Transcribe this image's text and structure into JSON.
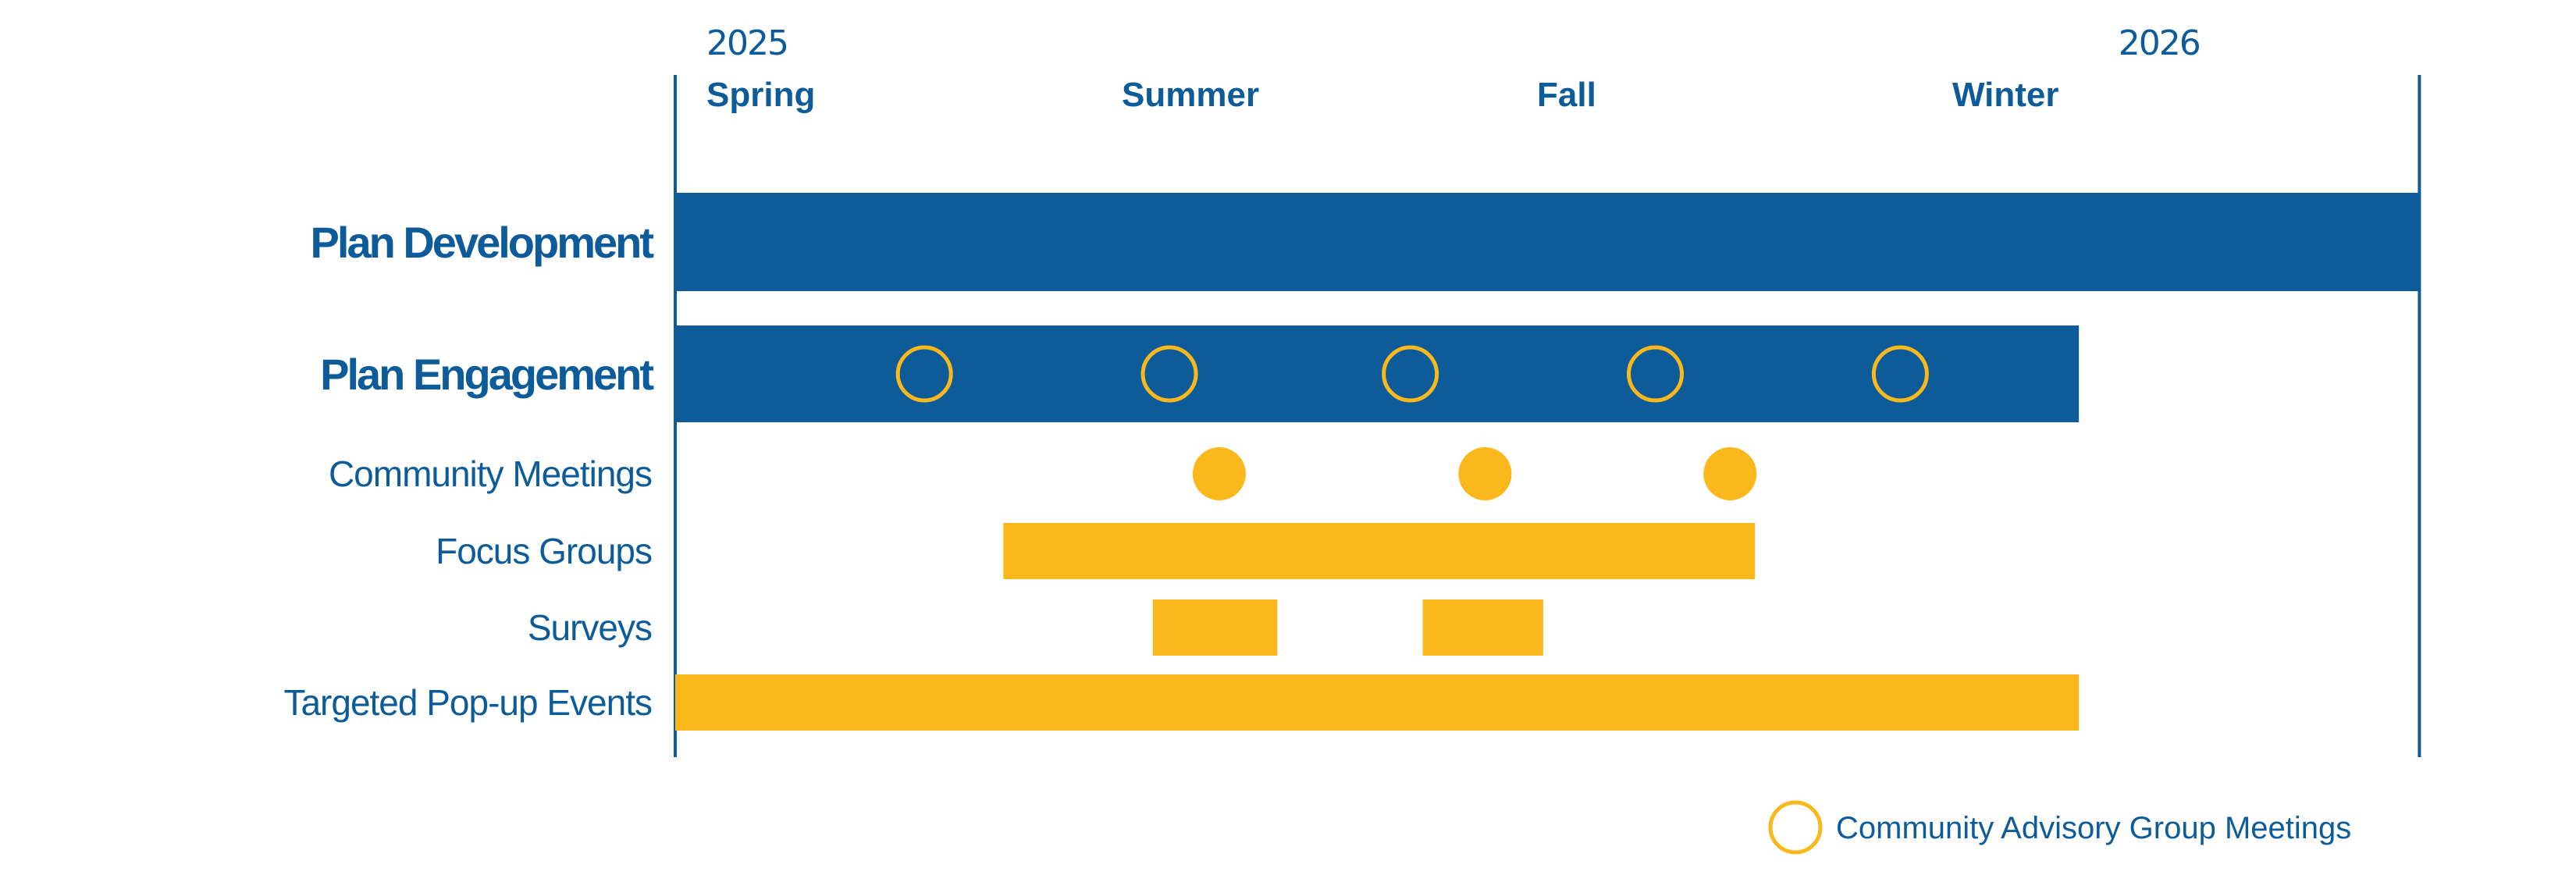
{
  "chart_data": {
    "type": "gantt",
    "title": "",
    "colors": {
      "blue": "#0d5c99",
      "gold": "#fbb81c",
      "background": "#ffffff"
    },
    "timeline": {
      "start": "2025 Spring",
      "end": "2026 Spring",
      "year_labels": [
        {
          "label": "2025",
          "at": 0
        },
        {
          "label": "2026",
          "at": 3.4
        }
      ],
      "seasons": [
        {
          "label": "Spring",
          "at": 0
        },
        {
          "label": "Summer",
          "at": 1
        },
        {
          "label": "Fall",
          "at": 2
        },
        {
          "label": "Winter",
          "at": 3
        }
      ],
      "range": [
        0,
        4.2
      ],
      "units": "seasons since Spring 2025"
    },
    "rows": [
      {
        "label": "Plan Development",
        "style": "major",
        "bars": [
          {
            "start": 0,
            "end": 4.2
          }
        ],
        "markers": []
      },
      {
        "label": "Plan Engagement",
        "style": "major",
        "bars": [
          {
            "start": 0,
            "end": 3.38
          }
        ],
        "markers": [
          {
            "at": 0.6,
            "kind": "community-advisory-group-meeting"
          },
          {
            "at": 1.19,
            "kind": "community-advisory-group-meeting"
          },
          {
            "at": 1.77,
            "kind": "community-advisory-group-meeting"
          },
          {
            "at": 2.36,
            "kind": "community-advisory-group-meeting"
          },
          {
            "at": 2.95,
            "kind": "community-advisory-group-meeting"
          }
        ]
      },
      {
        "label": "Community Meetings",
        "style": "minor",
        "bars": [],
        "markers": [
          {
            "at": 1.31,
            "kind": "community-meeting"
          },
          {
            "at": 1.95,
            "kind": "community-meeting"
          },
          {
            "at": 2.54,
            "kind": "community-meeting"
          }
        ]
      },
      {
        "label": "Focus Groups",
        "style": "minor",
        "bars": [
          {
            "start": 0.79,
            "end": 2.6
          }
        ],
        "markers": []
      },
      {
        "label": "Surveys",
        "style": "minor",
        "bars": [
          {
            "start": 1.15,
            "end": 1.45
          },
          {
            "start": 1.8,
            "end": 2.09
          }
        ],
        "markers": []
      },
      {
        "label": "Targeted Pop-up Events",
        "style": "minor",
        "bars": [
          {
            "start": 0,
            "end": 3.38
          }
        ],
        "markers": []
      }
    ],
    "legend": {
      "position": "bottom-right",
      "items": [
        {
          "label": "Community Advisory Group Meetings",
          "symbol": "open-circle",
          "color": "#fbb81c"
        }
      ]
    },
    "grid": false
  }
}
